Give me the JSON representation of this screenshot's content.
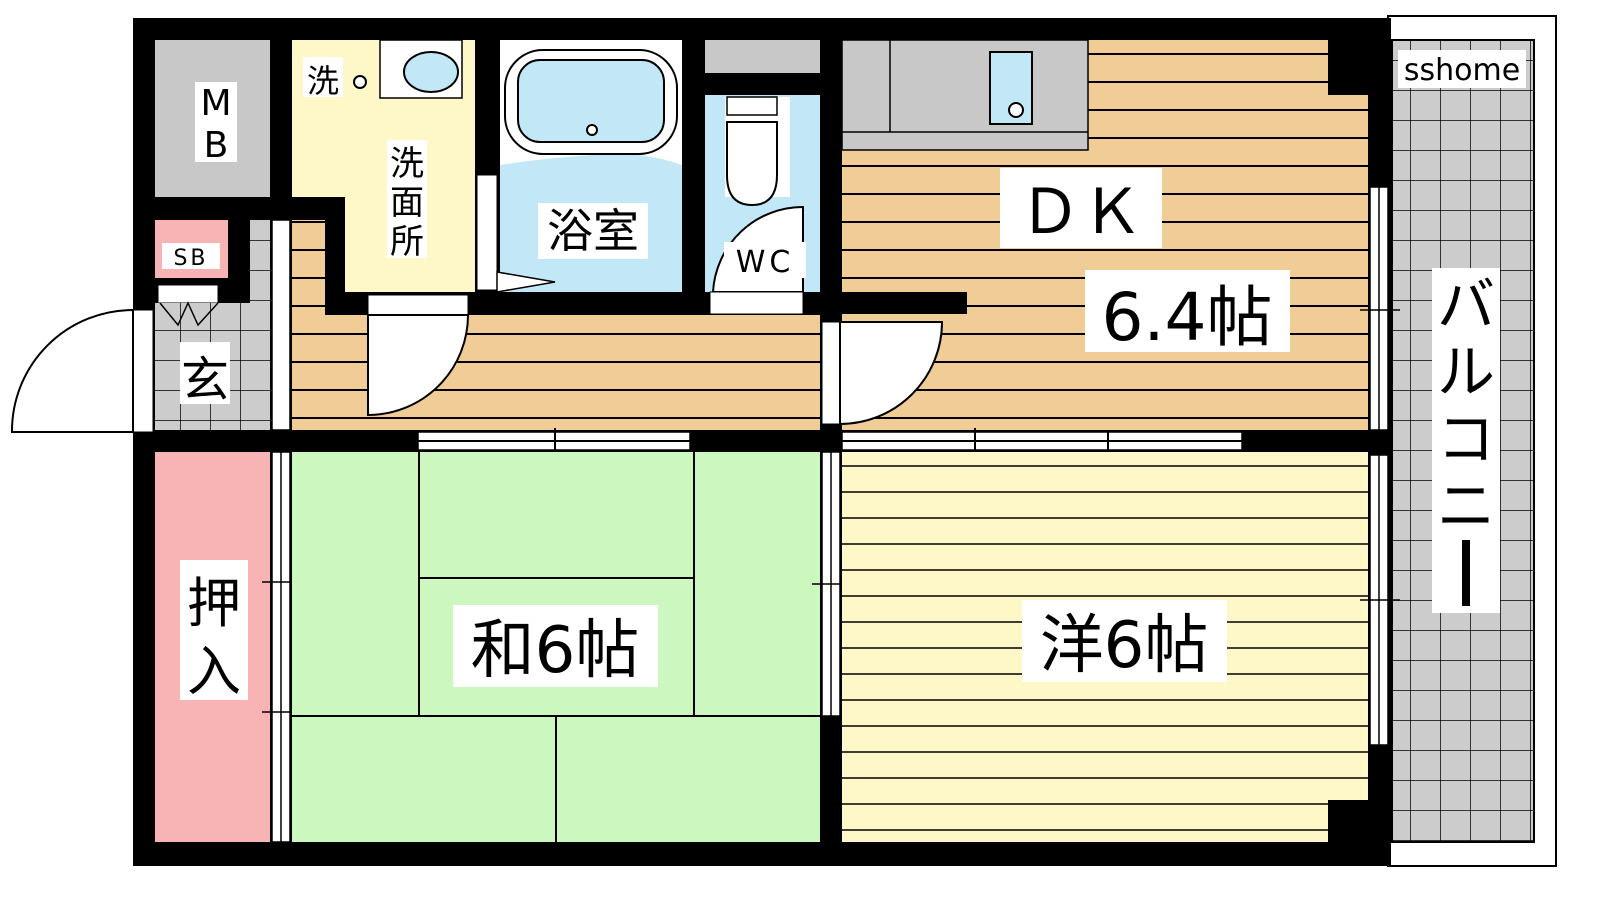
{
  "watermark": "sshome",
  "rooms": {
    "meter_box": {
      "label_1": "M",
      "label_2": "B"
    },
    "shoe_box": {
      "label": "SB"
    },
    "entrance": {
      "label": "玄"
    },
    "washroom": {
      "label_1": "洗",
      "label_2": "面",
      "label_3": "所",
      "washer_label": "洗"
    },
    "bathroom": {
      "label": "浴室"
    },
    "toilet": {
      "label": "WC"
    },
    "dining_kitchen": {
      "label": "ＤＫ",
      "size": "6.4帖"
    },
    "closet": {
      "label_1": "押",
      "label_2": "入"
    },
    "japanese_room": {
      "label": "和6帖"
    },
    "western_room": {
      "label": "洋6帖"
    },
    "balcony": {
      "label_1": "バ",
      "label_2": "ル",
      "label_3": "コ",
      "label_4": "ニ",
      "label_5": "ー"
    }
  },
  "colors": {
    "wall": "#000000",
    "dk_floor": "#f0cc96",
    "washroom": "#fef8c8",
    "bath": "#c2e8f8",
    "japanese": "#ccf8c0",
    "western": "#fef8c8",
    "closet": "#f8b4b4",
    "tile": "#cccccc"
  }
}
